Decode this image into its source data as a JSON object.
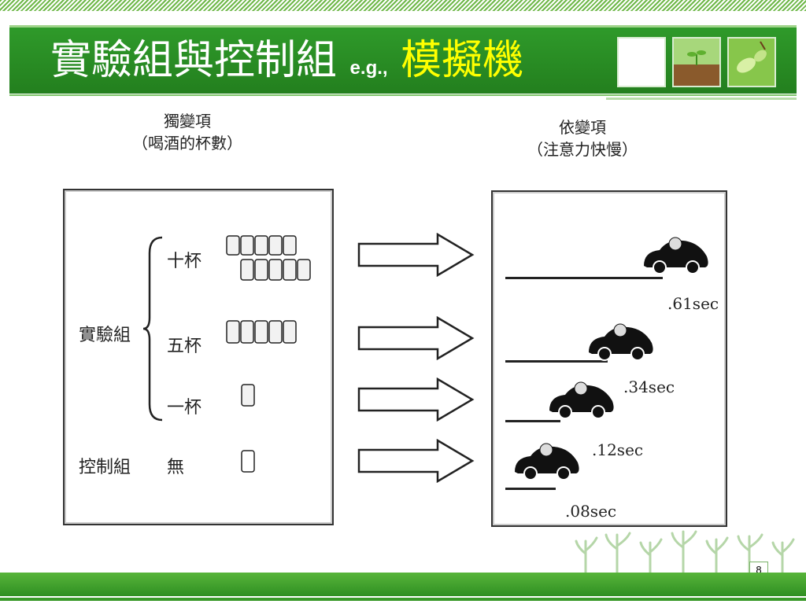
{
  "title": {
    "main": "實驗組與控制組",
    "eg": "e.g.,",
    "accent": "模擬機"
  },
  "figure": {
    "independent": {
      "line1": "獨變項",
      "line2": "（喝酒的杯數）"
    },
    "dependent": {
      "line1": "依變項",
      "line2": "（注意力快慢）"
    },
    "experimental_label": "實驗組",
    "control_label": "控制組",
    "rows": [
      {
        "label": "十杯",
        "time": ".61sec"
      },
      {
        "label": "五杯",
        "time": ".34sec"
      },
      {
        "label": "一杯",
        "time": ".12sec"
      },
      {
        "label": "無",
        "time": ".08sec"
      }
    ]
  },
  "footer": {
    "page": "8"
  },
  "colors": {
    "green": "#2f9a2a",
    "accent": "#ffff00"
  }
}
